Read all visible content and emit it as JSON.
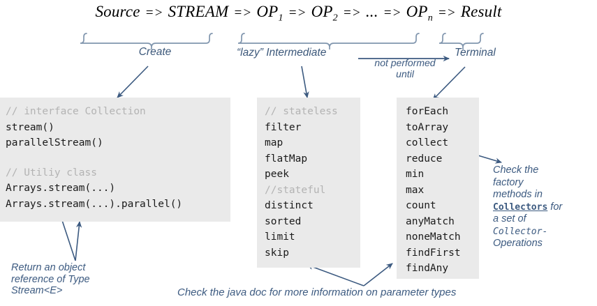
{
  "diagram": {
    "title_formula": {
      "parts": [
        {
          "text": "Source",
          "sub": ""
        },
        {
          "text": "=>",
          "sub": ""
        },
        {
          "text": "STREAM",
          "sub": ""
        },
        {
          "text": "=>",
          "sub": ""
        },
        {
          "text": "OP",
          "sub": "1"
        },
        {
          "text": "=>",
          "sub": ""
        },
        {
          "text": "OP",
          "sub": "2"
        },
        {
          "text": "=>",
          "sub": ""
        },
        {
          "text": "...",
          "sub": ""
        },
        {
          "text": "=>",
          "sub": ""
        },
        {
          "text": "OP",
          "sub": "n"
        },
        {
          "text": "=>",
          "sub": ""
        },
        {
          "text": "Result",
          "sub": ""
        }
      ],
      "plain": "Source => STREAM => OP1 => OP2 => ... => OPn => Result"
    },
    "stage_labels": {
      "create": "Create",
      "intermediate": "“lazy” Intermediate",
      "terminal": "Terminal",
      "not_performed_until": "not performed\nuntil"
    },
    "boxes": {
      "create": {
        "lines": [
          {
            "text": "// interface Collection",
            "comment": true
          },
          {
            "text": "stream()",
            "comment": false
          },
          {
            "text": "parallelStream()",
            "comment": false
          },
          {
            "text": "",
            "comment": false
          },
          {
            "text": "// Utiliy class",
            "comment": true
          },
          {
            "text": "Arrays.stream(...)",
            "comment": false
          },
          {
            "text": "Arrays.stream(...).parallel()",
            "comment": false
          }
        ]
      },
      "intermediate": {
        "lines": [
          {
            "text": "// stateless",
            "comment": true
          },
          {
            "text": "filter",
            "comment": false
          },
          {
            "text": "map",
            "comment": false
          },
          {
            "text": "flatMap",
            "comment": false
          },
          {
            "text": "peek",
            "comment": false
          },
          {
            "text": "//stateful",
            "comment": true
          },
          {
            "text": "distinct",
            "comment": false
          },
          {
            "text": "sorted",
            "comment": false
          },
          {
            "text": "limit",
            "comment": false
          },
          {
            "text": "skip",
            "comment": false
          }
        ]
      },
      "terminal": {
        "lines": [
          {
            "text": "forEach",
            "comment": false
          },
          {
            "text": "toArray",
            "comment": false
          },
          {
            "text": "collect",
            "comment": false
          },
          {
            "text": "reduce",
            "comment": false
          },
          {
            "text": "min",
            "comment": false
          },
          {
            "text": "max",
            "comment": false
          },
          {
            "text": "count",
            "comment": false
          },
          {
            "text": "anyMatch",
            "comment": false
          },
          {
            "text": "noneMatch",
            "comment": false
          },
          {
            "text": "findFirst",
            "comment": false
          },
          {
            "text": "findAny",
            "comment": false
          }
        ]
      }
    },
    "annotations": {
      "return_type": "Return an object\nreference of Type\nStream<E>",
      "collectors": {
        "line1": "Check the",
        "line2": "factory",
        "line3": "methods in",
        "mono_term": "Collectors",
        "after_term": " for",
        "line5": "a set of",
        "mono_line6": "Collector-",
        "line7": "Operations"
      },
      "javadoc": "Check the java doc for more information on parameter types"
    },
    "colors": {
      "box_bg": "#eaeaea",
      "comment_gray": "#b3b3b3",
      "annotation_blue": "#3c5a80",
      "brace_stroke": "#8196ae",
      "arrow_stroke": "#3c5a80",
      "code_text": "#1a1a1a",
      "page_bg": "#ffffff"
    }
  }
}
